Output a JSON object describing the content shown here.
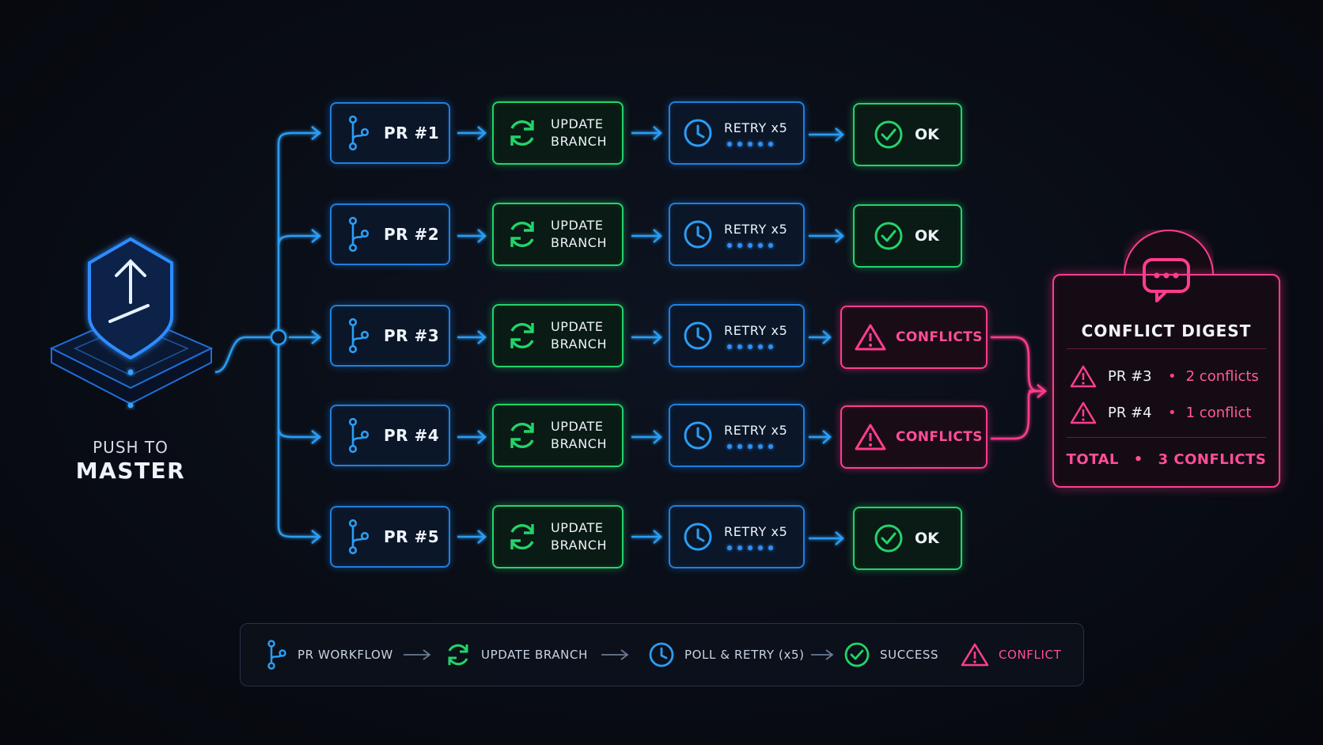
{
  "source": {
    "line1": "PUSH TO",
    "line2": "MASTER"
  },
  "rows": [
    {
      "pr": "PR #1",
      "update": [
        "UPDATE",
        "BRANCH"
      ],
      "retry": "RETRY x5",
      "result": "OK",
      "status": "ok"
    },
    {
      "pr": "PR #2",
      "update": [
        "UPDATE",
        "BRANCH"
      ],
      "retry": "RETRY x5",
      "result": "OK",
      "status": "ok"
    },
    {
      "pr": "PR #3",
      "update": [
        "UPDATE",
        "BRANCH"
      ],
      "retry": "RETRY x5",
      "result": "CONFLICTS",
      "status": "conflict"
    },
    {
      "pr": "PR #4",
      "update": [
        "UPDATE",
        "BRANCH"
      ],
      "retry": "RETRY x5",
      "result": "CONFLICTS",
      "status": "conflict"
    },
    {
      "pr": "PR #5",
      "update": [
        "UPDATE",
        "BRANCH"
      ],
      "retry": "RETRY x5",
      "result": "OK",
      "status": "ok"
    }
  ],
  "digest": {
    "title": "CONFLICT DIGEST",
    "items": [
      {
        "pr": "PR #3",
        "count": "2 conflicts"
      },
      {
        "pr": "PR #4",
        "count": "1 conflict"
      }
    ],
    "total_label": "TOTAL",
    "total_value": "3 CONFLICTS"
  },
  "legend": {
    "pr_workflow": "PR WORKFLOW",
    "update_branch": "UPDATE BRANCH",
    "poll_retry": "POLL & RETRY (x5)",
    "success": "SUCCESS",
    "conflict": "CONFLICT"
  },
  "colors": {
    "blue": "#1f7fe0",
    "green": "#22d46a",
    "pink": "#ff3d8e"
  },
  "icons": {
    "source": "upload-shield-icon",
    "pr": "git-branch-icon",
    "update": "refresh-icon",
    "retry": "clock-icon",
    "ok": "check-circle-icon",
    "conflict": "warning-triangle-icon",
    "digest": "chat-bubble-icon"
  }
}
